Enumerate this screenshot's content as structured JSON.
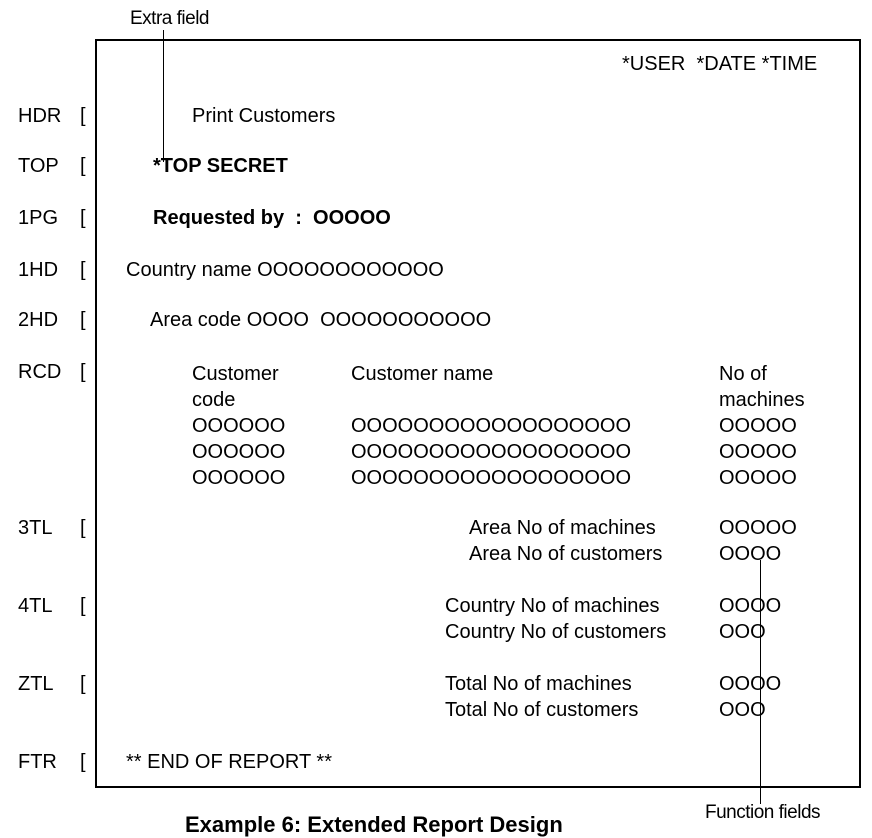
{
  "annotations": {
    "extra_field": "Extra field",
    "function_fields": "Function fields"
  },
  "caption": "Example 6: Extended Report Design",
  "header_right": "*USER  *DATE *TIME",
  "rows": {
    "HDR": {
      "label": "HDR",
      "text": "Print Customers"
    },
    "TOP": {
      "label": "TOP",
      "text": "*TOP SECRET"
    },
    "1PG": {
      "label": "1PG",
      "text": "Requested by  :  OOOOO"
    },
    "1HD": {
      "label": "1HD",
      "text": "Country name OOOOOOOOOOOO"
    },
    "2HD": {
      "label": "2HD",
      "text": "Area code OOOO  OOOOOOOOOOO"
    },
    "RCD": {
      "label": "RCD",
      "col1": "Customer\ncode\nOOOOOO\nOOOOOO\nOOOOOO",
      "col2": "Customer name\n\nOOOOOOOOOOOOOOOOOO\nOOOOOOOOOOOOOOOOOO\nOOOOOOOOOOOOOOOOOO",
      "col3": "No of\nmachines\nOOOOO\nOOOOO\nOOOOO"
    },
    "3TL": {
      "label": "3TL",
      "l1": "Area No of machines",
      "v1": "OOOOO",
      "l2": "Area No of customers",
      "v2": "OOOO"
    },
    "4TL": {
      "label": "4TL",
      "l1": "Country No of machines",
      "v1": "OOOO",
      "l2": "Country No of customers",
      "v2": "OOO"
    },
    "ZTL": {
      "label": "ZTL",
      "l1": "Total No of machines",
      "v1": "OOOO",
      "l2": "Total No of customers",
      "v2": "OOO"
    },
    "FTR": {
      "label": "FTR",
      "text": "** END OF REPORT **"
    }
  },
  "bracket": "["
}
